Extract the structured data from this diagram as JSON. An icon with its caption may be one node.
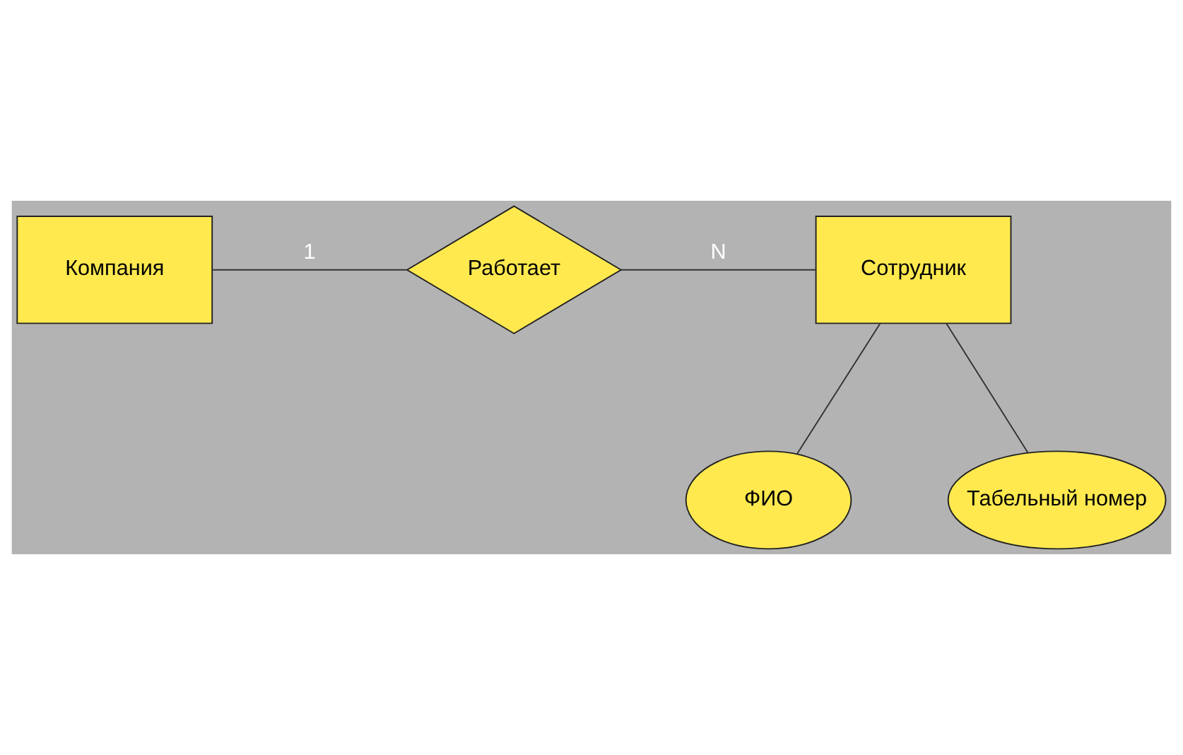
{
  "diagram": {
    "nodes": [
      {
        "text": [
          "Компания"
        ]
      },
      {
        "text": [
          "Работает"
        ]
      },
      {
        "text": [
          "Сотрудник"
        ]
      },
      {
        "text": [
          "ФИО"
        ]
      },
      {
        "text": [
          "Табельный номер"
        ]
      }
    ],
    "edges": [
      {
        "from": 0,
        "to": 1,
        "arrow": "none",
        "label": "1"
      },
      {
        "from": 1,
        "to": 2,
        "arrow": "none",
        "label": "N"
      },
      {
        "from": 2,
        "to": 3,
        "arrow": "none"
      },
      {
        "from": 2,
        "to": 4,
        "arrow": "none"
      }
    ]
  }
}
